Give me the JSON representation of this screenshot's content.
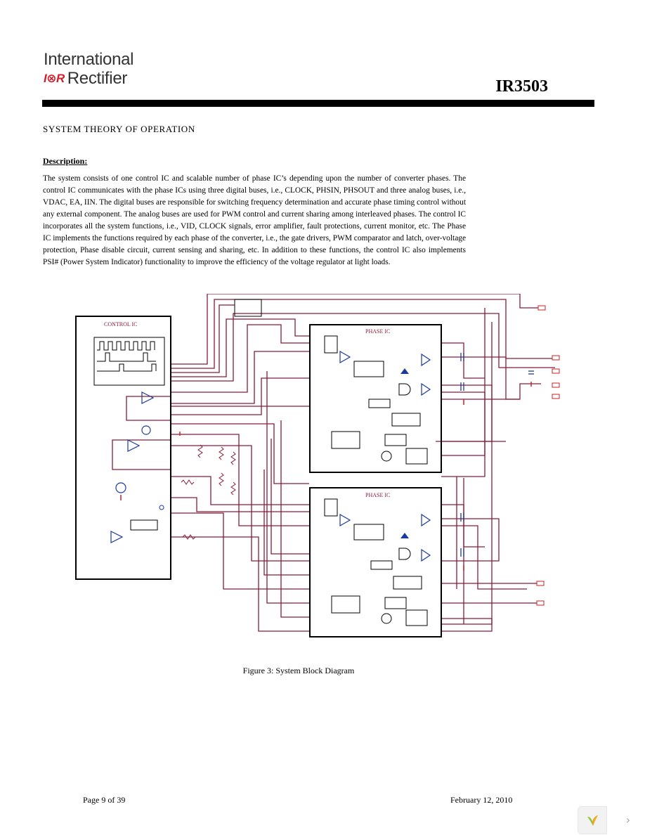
{
  "header": {
    "logo_line1": "International",
    "logo_mark": "I⊗R",
    "logo_line2": "Rectifier",
    "part_number": "IR3503"
  },
  "section_title": "SYSTEM THEORY OF OPERATION",
  "description_heading": "Description:",
  "description_text": "The system consists of one control IC and scalable number of phase IC’s depending upon the number of converter phases. The control IC communicates with the phase ICs using three digital buses, i.e., CLOCK, PHSIN, PHSOUT and three analog buses, i.e., VDAC, EA, IIN. The digital buses are responsible for switching frequency determination and accurate phase timing control without any external component. The analog buses are used for PWM control and current sharing among interleaved phases. The control IC incorporates all the system functions, i.e., VID, CLOCK signals, error amplifier, fault protections, current monitor, etc. The Phase IC implements the functions required by each phase of the converter, i.e., the gate drivers, PWM comparator and latch, over-voltage protection, Phase disable circuit, current sensing and sharing, etc. In addition to these functions, the control IC also implements PSI# (Power System Indicator) functionality to improve the efficiency of the voltage regulator at light loads.",
  "diagram": {
    "control_ic_label": "CONTROL IC",
    "phase_ic_label_1": "PHASE IC",
    "phase_ic_label_2": "PHASE IC",
    "colors": {
      "wire": "#8b1a3a",
      "block": "#000000",
      "component": "#1a3aa0",
      "marker": "#cc2020"
    }
  },
  "figure_caption": "Figure 3: System Block Diagram",
  "footer": {
    "page": "Page 9 of 39",
    "date": "February 12, 2010"
  },
  "viewer": {
    "logo_icon": "bird-logo-icon",
    "next_icon": "chevron-right-icon"
  }
}
